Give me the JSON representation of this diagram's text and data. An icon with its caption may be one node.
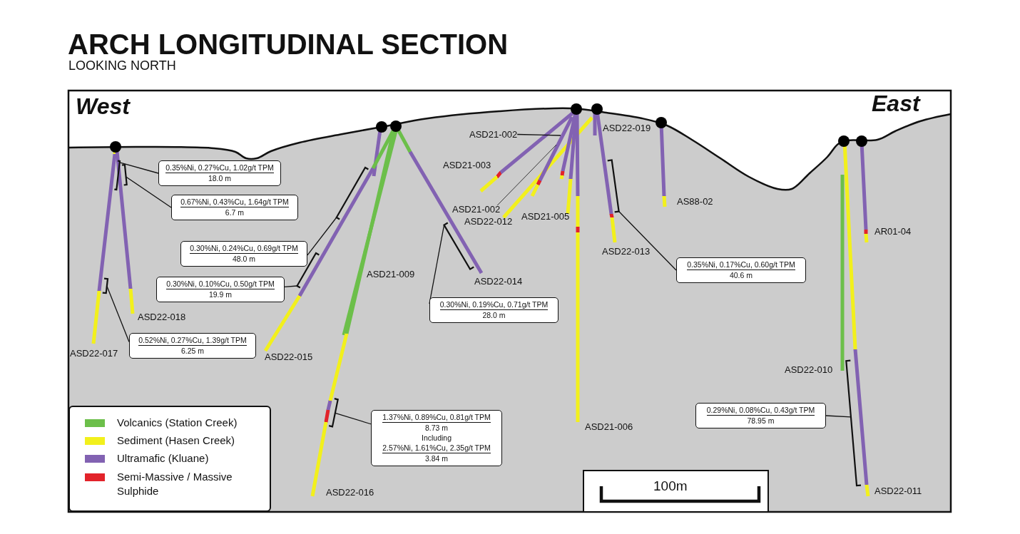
{
  "diagram": {
    "title": "ARCH LONGITUDINAL SECTION",
    "nodes": [
      {
        "text": [
          "ASD21-002"
        ]
      },
      {
        "text": [
          "0.35%Ni, 0.27%Cu, 1.02g/t TPM",
          "18.0 m"
        ]
      },
      {
        "text": [
          "ASD21-002"
        ]
      },
      {
        "text": [
          "0.67%Ni, 0.43%Cu, 1.64g/t TPM",
          "6.7 m"
        ]
      },
      {
        "text": [
          "0.30%Ni, 0.24%Cu, 0.69g/t TPM",
          "48.0 m"
        ]
      },
      {
        "text": [
          "0.35%Ni, 0.17%Cu, 0.60g/t TPM",
          "40.6 m"
        ]
      },
      {
        "text": [
          "0.30%Ni, 0.10%Cu, 0.50g/t TPM",
          "19.9 m"
        ]
      },
      {
        "text": [
          "0.30%Ni, 0.19%Cu, 0.71g/t TPM",
          "28.0 m"
        ]
      },
      {
        "text": [
          "0.52%Ni, 0.27%Cu, 1.39g/t TPM",
          "6.25 m"
        ]
      },
      {
        "text": [
          "0.29%Ni, 0.08%Cu, 0.43g/t TPM",
          "78.95 m"
        ]
      },
      {
        "text": [
          "1.37%Ni, 0.89%Cu, 0.81g/t TPM",
          "8.73 m",
          "Including",
          "2.57%Ni, 1.61%Cu, 2.35g/t TPM",
          "3.84 m"
        ]
      },
      {
        "text": [],
        "shape": "bracket"
      },
      {
        "text": [],
        "shape": "bracket"
      },
      {
        "text": [],
        "shape": "bracket"
      },
      {
        "text": [],
        "shape": "bracket"
      },
      {
        "text": [],
        "shape": "bracket"
      },
      {
        "text": [],
        "shape": "bracket"
      },
      {
        "text": [],
        "shape": "bracket"
      },
      {
        "text": [],
        "shape": "bracket"
      },
      {
        "text": [],
        "shape": "bracket"
      },
      {
        "text": [],
        "shape": "bar"
      }
    ],
    "edges": [
      {
        "from": 0,
        "to": 20,
        "arrow": "none"
      },
      {
        "from": 1,
        "to": 11,
        "arrow": "none"
      },
      {
        "from": 2,
        "to": 20,
        "arrow": "none"
      },
      {
        "from": 3,
        "to": 12,
        "arrow": "none"
      },
      {
        "from": 4,
        "to": 13,
        "arrow": "none"
      },
      {
        "from": 5,
        "to": 14,
        "arrow": "none"
      },
      {
        "from": 6,
        "to": 15,
        "arrow": "none"
      },
      {
        "from": 7,
        "to": 16,
        "arrow": "none"
      },
      {
        "from": 8,
        "to": 17,
        "arrow": "none"
      },
      {
        "from": 9,
        "to": 18,
        "arrow": "none"
      },
      {
        "from": 10,
        "to": 19,
        "arrow": "none"
      }
    ],
    "labels": [
      "LOOKING NORTH",
      "West",
      "East",
      "ASD22-019",
      "ASD21-003",
      "AS88-02",
      "ASD22-012",
      "ASD21-005",
      "AR01-04",
      "ASD22-013",
      "ASD21-009",
      "ASD22-014",
      "ASD22-018",
      "ASD22-017",
      "ASD22-015",
      "ASD22-010",
      "ASD21-006",
      "ASD22-016",
      "ASD22-011",
      "100m"
    ],
    "legend": [
      {
        "text": "Volcanics (Station Creek)",
        "color": "#6cbf4a"
      },
      {
        "text": "Sediment (Hasen Creek)",
        "color": "#f2f01c"
      },
      {
        "text": "Ultramafic (Kluane)",
        "color": "#8262b2"
      },
      {
        "text": "Semi-Massive / Massive Sulphide",
        "color": "#e2232a"
      }
    ]
  }
}
